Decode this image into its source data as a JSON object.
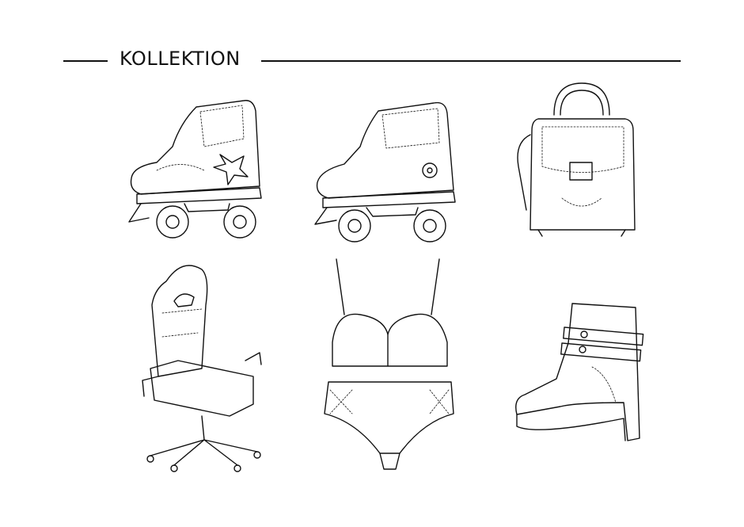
{
  "header": {
    "title": "KOLLEKTION"
  },
  "items": [
    {
      "name": "roller-skate-stars"
    },
    {
      "name": "roller-skate-flowers"
    },
    {
      "name": "handbag"
    },
    {
      "name": "gaming-chair"
    },
    {
      "name": "lingerie-set"
    },
    {
      "name": "platform-ankle-boot"
    }
  ]
}
